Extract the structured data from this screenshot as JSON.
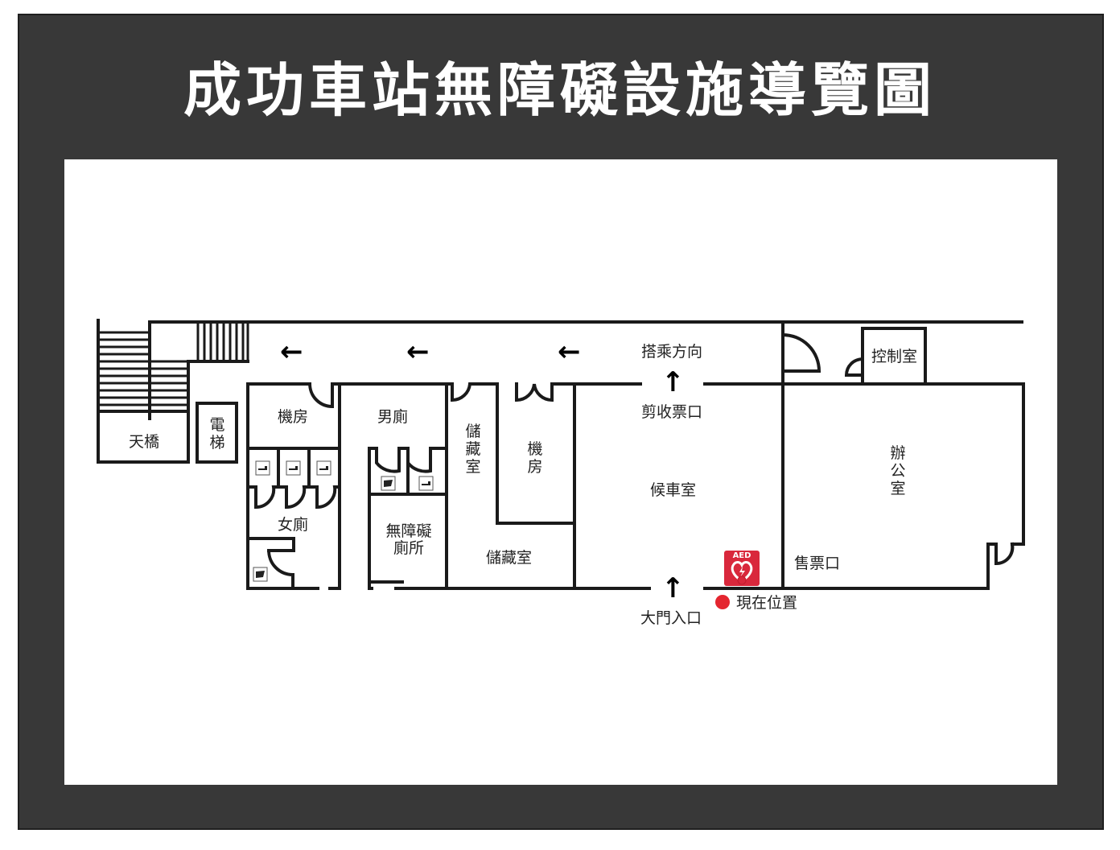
{
  "title": "成功車站無障礙設施導覽圖",
  "colors": {
    "frame_background": "#383838",
    "map_background": "#ffffff",
    "wall": "#1a1a1a",
    "aed_red": "#d9283c",
    "current_location_red": "#e4252f"
  },
  "map": {
    "rooms": {
      "skybridge": "天橋",
      "elevator": "電梯",
      "machine_room_1": "機房",
      "womens_restroom": "女廁",
      "mens_restroom": "男廁",
      "accessible_restroom": "無障礙廁所",
      "storage_room_vertical": "儲藏室",
      "machine_room_2": "機房",
      "storage_room": "儲藏室",
      "waiting_room": "候車室",
      "control_room": "控制室",
      "office": "辦公室",
      "ticket_office": "售票口"
    },
    "labels": {
      "boarding_direction": "搭乘方向",
      "ticket_gate": "剪收票口",
      "main_entrance": "大門入口",
      "current_location": "現在位置",
      "aed": "AED"
    },
    "icons": {
      "direction_arrows_left": [
        "←",
        "←",
        "←"
      ],
      "arrow_up_gate": "↑",
      "arrow_up_entrance": "↑"
    }
  }
}
